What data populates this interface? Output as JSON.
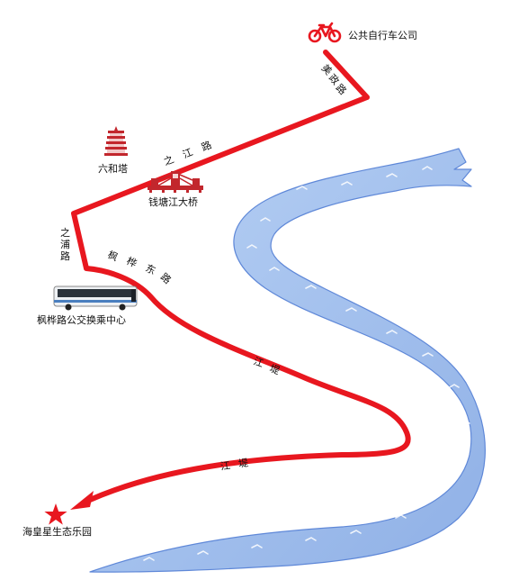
{
  "places": {
    "bike_company": "公共自行车公司",
    "liuhe_pagoda": "六和塔",
    "qiantang_bridge": "钱塘江大桥",
    "bus_center": "枫桦路公交换乘中心",
    "destination": "海皇星生态乐园"
  },
  "roads": {
    "meizheng": [
      "美",
      "政",
      "路"
    ],
    "zhijiang": [
      "之",
      "江",
      "路"
    ],
    "zhipu": [
      "之",
      "浦",
      "路"
    ],
    "fenghua_east": [
      "枫",
      "桦",
      "东",
      "路"
    ],
    "jiangdi_upper": [
      "江",
      "堤"
    ],
    "jiangdi_lower": [
      "江",
      "堤"
    ]
  },
  "icons": {
    "start": "bicycle-icon",
    "pagoda": "pagoda-icon",
    "bridge": "bridge-icon",
    "bus": "bus-icon",
    "end": "star-icon"
  },
  "colors": {
    "route": "#e8171f",
    "river_fill": "#a8c4ee",
    "river_edge": "#5f88d8",
    "river_wave": "#ffffff",
    "marker": "#e8171f"
  }
}
